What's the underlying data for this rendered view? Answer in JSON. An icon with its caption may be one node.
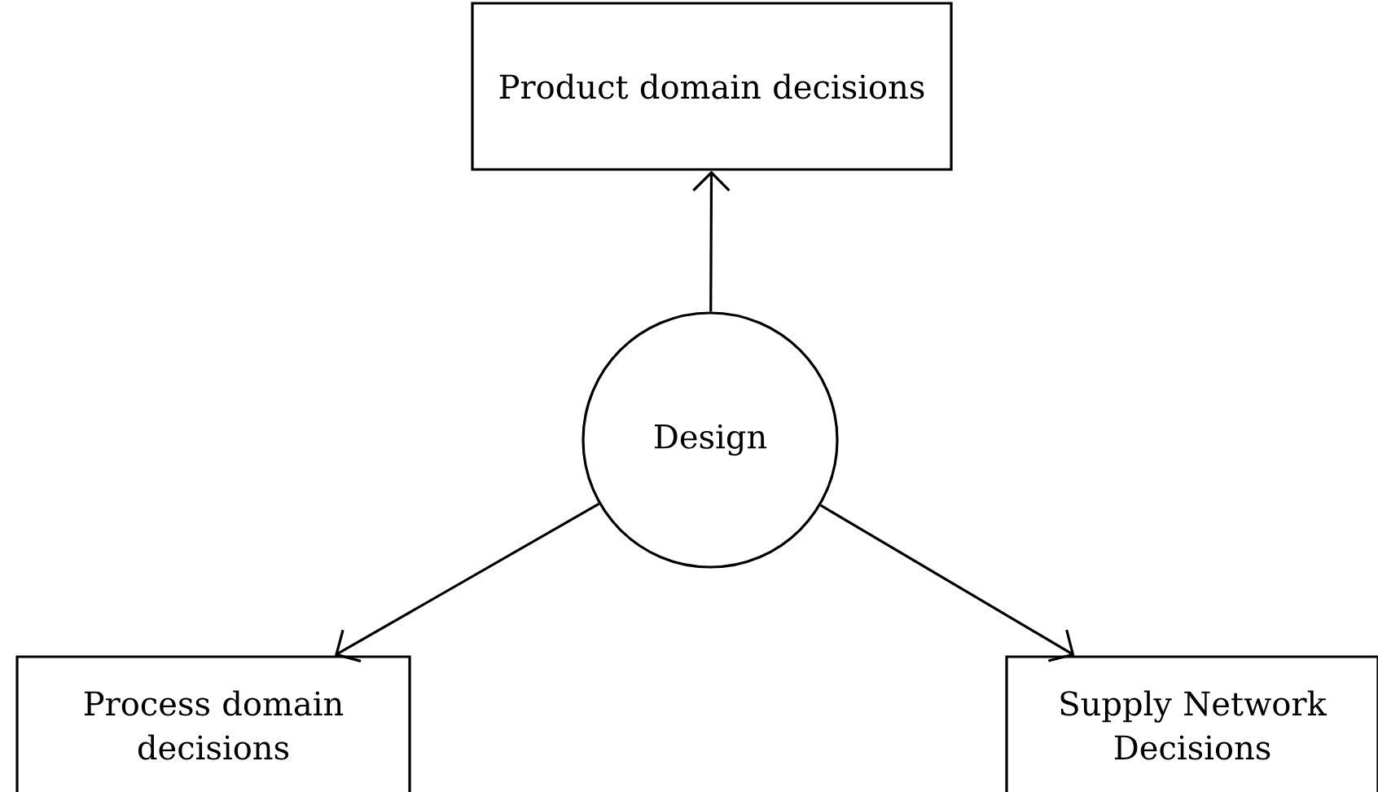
{
  "diagram": {
    "nodes": [
      {
        "text": [
          "Product domain decisions"
        ]
      },
      {
        "text": [
          "Design"
        ]
      },
      {
        "text": [
          "Process domain decisions"
        ]
      },
      {
        "text": [
          "Supply Network Decisions"
        ]
      }
    ],
    "edges": [
      {
        "from": 1,
        "to": 0,
        "arrow": "to"
      },
      {
        "from": 1,
        "to": 2,
        "arrow": "to"
      },
      {
        "from": 1,
        "to": 3,
        "arrow": "to"
      }
    ]
  }
}
